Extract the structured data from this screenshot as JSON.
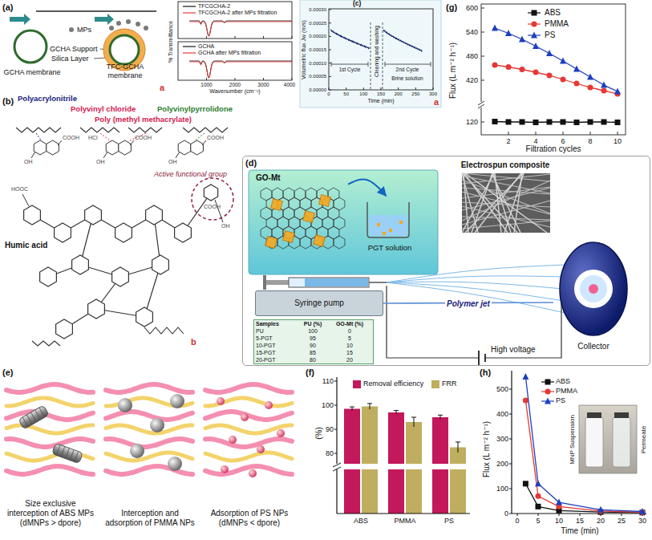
{
  "diagram": {
    "nodes": [
      {
        "text": [
          "GCHA membrane"
        ]
      },
      {
        "text": [
          "TFC-GCHA membrane"
        ]
      },
      {
        "text": [
          "(d)"
        ]
      },
      {
        "text": [
          "GO-Mt"
        ],
        "in": 2
      },
      {
        "text": [
          "PGT solution"
        ],
        "in": 2
      },
      {
        "text": [
          "Electrospun composite"
        ],
        "in": 2
      },
      {
        "text": [
          "Syringe pump"
        ],
        "in": 2
      },
      {
        "text": [
          "Samples",
          "PU (%)",
          "GO-Mt (%)",
          "PU",
          "100",
          "0",
          "5-PGT",
          "95",
          "5",
          "10-PGT",
          "90",
          "10",
          "15-PGT",
          "85",
          "15",
          "20-PGT",
          "80",
          "20"
        ],
        "in": 2
      },
      {
        "text": [
          "Collector"
        ],
        "in": 2
      },
      {
        "text": [
          "Size exclusive interception of ABS MPs (dMNPs > dpore)"
        ]
      },
      {
        "text": [
          "Interception and adsorption of PMMA NPs"
        ]
      },
      {
        "text": [
          "Adsorption of PS NPs (dMNPs < dpore)"
        ]
      }
    ],
    "edges": [
      {
        "from": 3,
        "to": 4,
        "arrow": "to"
      },
      {
        "from": 6,
        "to": 8,
        "label": "Polymer jet",
        "arrow": "none"
      }
    ],
    "labels": [
      "(a)",
      "MPs",
      "GCHA Support",
      "Silica Layer",
      "a",
      "% Transmittance",
      "1000",
      "2000",
      "3000",
      "4000",
      "Wavenumber (cm⁻¹)",
      "(c)",
      "0.00030",
      "0.00025",
      "0.00020",
      "0.00015",
      "0.00010",
      "0.00005",
      "0.00000",
      "Volumetric flux Jw (m/s)",
      "0",
      "50",
      "100",
      "150",
      "200",
      "250",
      "300",
      "Time (min)",
      "1st Cycle",
      "Cleaning and washing",
      "2nd Cycle",
      "Brine solution",
      "a",
      "(g)",
      "600",
      "540",
      "480",
      "420",
      "120",
      "Flux (L m⁻² h⁻¹)",
      "2",
      "4",
      "6",
      "8",
      "10",
      "Filtration cycles",
      "(b)",
      "Polyacrylonitrile",
      "Polyvinyl chloride",
      "Poly (methyl methacrylate)",
      "Polyvinylpyrrolidone",
      "HCl",
      "COOH",
      "COOH",
      "COOH",
      "OH",
      "OH",
      "OH",
      "Active functional group",
      "HOOC",
      "COOH",
      "OH",
      "Humic acid",
      "b",
      "High voltage",
      "(e)",
      "(f)",
      "110",
      "100",
      "90",
      "80",
      "(%)",
      "ABS",
      "PMMA",
      "PS",
      "(h)",
      "0",
      "100",
      "200",
      "300",
      "400",
      "500",
      "Flux (L m⁻² h⁻¹)",
      "0",
      "5",
      "10",
      "15",
      "20",
      "25",
      "30",
      "Time (min)",
      "MNP Suspension",
      "Permeate"
    ],
    "legend": [
      {
        "text": "TFCGCHA-2"
      },
      {
        "text": "TFCGCHA-2 after MPs filtration"
      },
      {
        "text": "GCHA"
      },
      {
        "text": "GCHA after MPs filtration"
      },
      {
        "text": "ABS"
      },
      {
        "text": "PMMA"
      },
      {
        "text": "PS"
      },
      {
        "text": "Removal efficiency",
        "color": "#c3185b"
      },
      {
        "text": "FRR",
        "color": "#bfae5f"
      },
      {
        "text": "ABS"
      },
      {
        "text": "PMMA"
      },
      {
        "text": "PS"
      }
    ]
  }
}
